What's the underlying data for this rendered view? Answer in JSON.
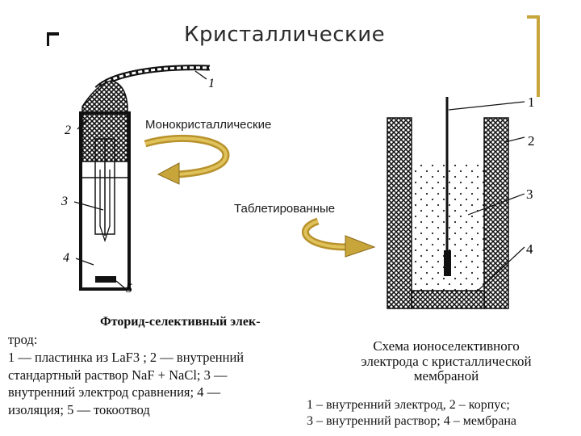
{
  "slide": {
    "title": "Кристаллические",
    "accent_color": "#c8a53a"
  },
  "labels": {
    "mono": "Монокристаллические",
    "tablet": "Таблетированные"
  },
  "left_figure": {
    "callouts": [
      "5",
      "4",
      "3",
      "2",
      "1"
    ],
    "caption_title": "Фторид-селективный элек-",
    "caption_lines": [
      "трод:",
      "1 — пластинка из LaF3 ; 2 — внутренний",
      "стандартный раствор NaF + NaCl; 3 —",
      "внутренний электрод сравнения; 4 —",
      "изоляция; 5 — токоотвод"
    ]
  },
  "right_figure": {
    "callouts": [
      "1",
      "2",
      "3",
      "4"
    ],
    "caption_lines": [
      "Схема ионоселективного",
      "электрода с кристаллической",
      "мембраной"
    ],
    "legend_lines": [
      "1 – внутренний электрод, 2 – корпус;",
      "3 – внутренний раствор; 4 – мембрана"
    ]
  }
}
